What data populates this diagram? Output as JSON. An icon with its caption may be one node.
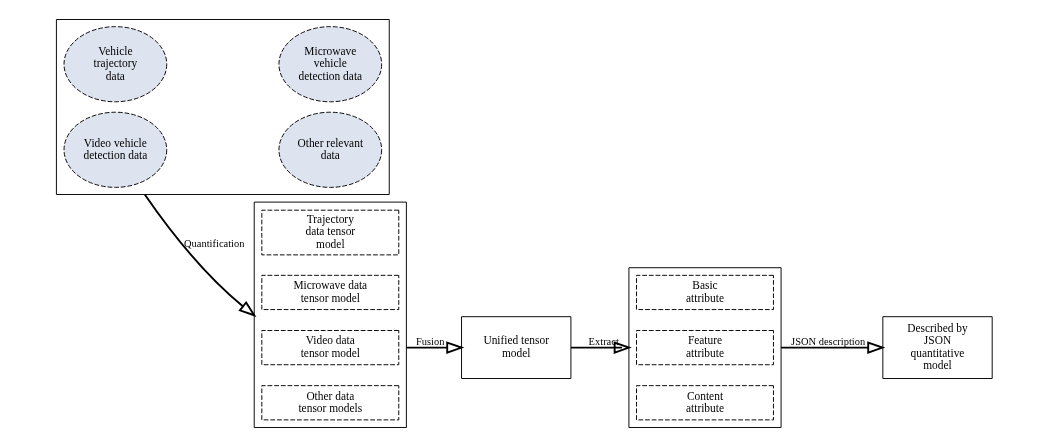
{
  "diagram": {
    "nodes": [
      {
        "text": [],
        "shape": "box"
      },
      {
        "text": [
          "Vehicle trajectory data"
        ],
        "in": 0
      },
      {
        "text": [
          "Microwave vehicle detection data"
        ],
        "in": 0
      },
      {
        "text": [
          "Video vehicle detection data"
        ],
        "in": 0
      },
      {
        "text": [
          "Other relevant data"
        ],
        "in": 0
      },
      {
        "text": [],
        "shape": "box"
      },
      {
        "text": [
          "Trajectory data tensor model"
        ],
        "in": 5
      },
      {
        "text": [
          "Microwave data tensor model"
        ],
        "in": 5
      },
      {
        "text": [
          "Video data tensor model"
        ],
        "in": 5
      },
      {
        "text": [
          "Other data tensor models"
        ],
        "in": 5
      },
      {
        "text": [
          "Unified tensor model"
        ]
      },
      {
        "text": [],
        "shape": "box"
      },
      {
        "text": [
          "Basic attribute"
        ],
        "in": 11
      },
      {
        "text": [
          "Feature attribute"
        ],
        "in": 11
      },
      {
        "text": [
          "Content attribute"
        ],
        "in": 11
      },
      {
        "text": [
          "Described by JSON quantitative model"
        ]
      }
    ],
    "edges": [
      {
        "from": 0,
        "to": 5,
        "arrow": "to",
        "label": "Quantification"
      },
      {
        "from": 5,
        "to": 10,
        "arrow": "to",
        "label": "Fusion"
      },
      {
        "from": 10,
        "to": 11,
        "arrow": "to",
        "label": "Extract"
      },
      {
        "from": 11,
        "to": 15,
        "arrow": "to",
        "label": "JSON description"
      }
    ]
  }
}
